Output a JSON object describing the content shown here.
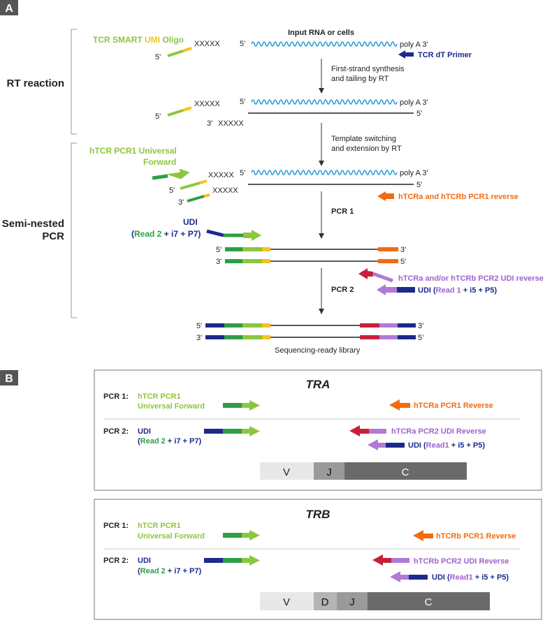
{
  "panel_a": {
    "label": "A",
    "rt_reaction_label": "RT reaction",
    "semi_nested_label_1": "Semi-nested",
    "semi_nested_label_2": "PCR",
    "oligo_label_part1": "TCR SMART ",
    "oligo_label_part2": "UMI",
    "oligo_label_part3": " Oligo",
    "input_label": "Input RNA or cells",
    "xxxxx": "XXXXX",
    "five_prime": "5'",
    "three_prime": "3'",
    "poly_a": "poly A 3'",
    "dt_primer": "TCR dT Primer",
    "step1_line1": "First-strand synthesis",
    "step1_line2": "and tailing by RT",
    "step2_line1": "Template switching",
    "step2_line2": "and extension by RT",
    "pcr1_fwd_line1": "hTCR PCR1 Universal",
    "pcr1_fwd_line2": "Forward",
    "pcr1_rev": "hTCRa and hTCRb PCR1 reverse",
    "pcr1_label": "PCR 1",
    "udi_label": "UDI",
    "udi_read2_open": "(",
    "udi_read2_mid": "Read 2",
    "udi_read2_tail": " + i7 + P7)",
    "pcr2_rev": "hTCRa and/or hTCRb PCR2 UDI reverse",
    "pcr2_label": "PCR 2",
    "udi_read1_head": "UDI (",
    "udi_read1_mid": "Read 1",
    "udi_read1_tail": " + i5 + P5)",
    "library_label": "Sequencing-ready library"
  },
  "panel_b": {
    "label": "B",
    "pcr1": "PCR 1:",
    "pcr2": "PCR 2:",
    "univ_fwd_line1": "hTCR PCR1",
    "univ_fwd_line2": "Universal Forward",
    "udi": "UDI",
    "read2_open": "(",
    "read2_mid": "Read 2",
    "read2_tail": " + i7 + P7)",
    "read1_head": "UDI (",
    "read1_mid": "Read1",
    "read1_tail": " + i5 + P5)",
    "tra": {
      "title": "TRA",
      "pcr1_rev": "hTCRa PCR1 Reverse",
      "pcr2_rev": "hTCRa PCR2 UDI Reverse",
      "segments": [
        "V",
        "J",
        "C"
      ]
    },
    "trb": {
      "title": "TRB",
      "pcr1_rev": "hTCRb PCR1 Reverse",
      "pcr2_rev": "hTCRb PCR2 UDI Reverse",
      "segments": [
        "V",
        "D",
        "J",
        "C"
      ]
    }
  },
  "colors": {
    "dark_green": "#2e9e46",
    "light_green": "#8cc63f",
    "yellow": "#f7c21a",
    "blue_rna": "#2a9ad6",
    "navy": "#1b2a8c",
    "orange": "#f26b10",
    "crimson": "#c8203a",
    "lavender": "#b07ad6",
    "purple_text": "#a062d0",
    "gray_label": "#555555"
  }
}
